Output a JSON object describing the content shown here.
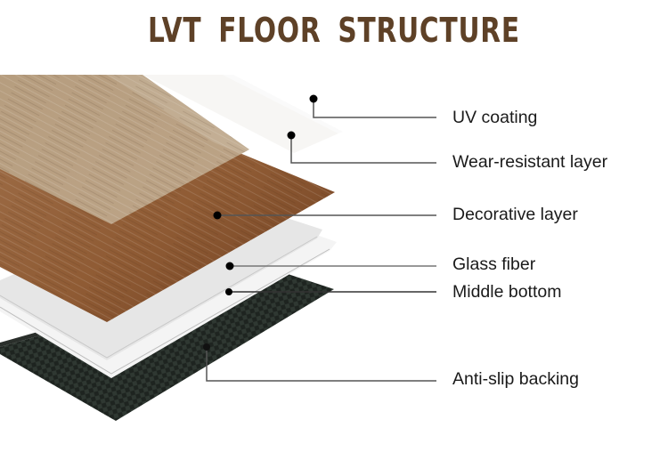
{
  "title": "LVT FLOOR STRUCTURE",
  "colors": {
    "title": "#5e4127",
    "callout_line": "#555555",
    "dot": "#000000",
    "wood_light": "#b49a7c",
    "wood_dark": "#8a5530",
    "white_layer": "#e9e9e9",
    "backing": "#1e2420"
  },
  "layers": [
    {
      "id": "uv",
      "label": "UV coating"
    },
    {
      "id": "wear",
      "label": "Wear-resistant layer"
    },
    {
      "id": "decorative",
      "label": "Decorative layer"
    },
    {
      "id": "glass",
      "label": "Glass fiber"
    },
    {
      "id": "middle",
      "label": "Middle bottom"
    },
    {
      "id": "backing",
      "label": "Anti-slip backing"
    }
  ]
}
